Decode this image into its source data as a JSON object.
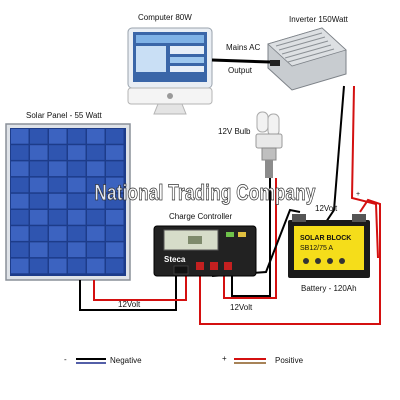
{
  "components": {
    "computer": "Computer 80W",
    "inverter": "Inverter 150Watt",
    "solar_panel": "Solar Panel  - 55 Watt",
    "bulb": "12V Bulb",
    "charge_controller": "Charge Controller",
    "battery": "Battery - 120Ah"
  },
  "labels": {
    "mains_ac": "Mains AC",
    "output": "Output",
    "volt_panel": "12Volt",
    "volt_battery": "12Volt",
    "volt_top": "12Volt",
    "battery_minus": "-",
    "battery_plus": "+"
  },
  "legend": {
    "negative_symbol": "-",
    "negative_label": "Negative",
    "positive_symbol": "+",
    "positive_label": "Positive"
  },
  "device_text": {
    "controller_brand": "Steca",
    "battery_brand": "SOLAR BLOCK",
    "battery_model": "SB12/75 A"
  },
  "watermark": "National Trading Company",
  "colors": {
    "negative_wire": "#000000",
    "positive_wire": "#d41010",
    "legend_negative_accent": "#1a2a8c",
    "legend_positive_accent": "#8a5a20"
  }
}
